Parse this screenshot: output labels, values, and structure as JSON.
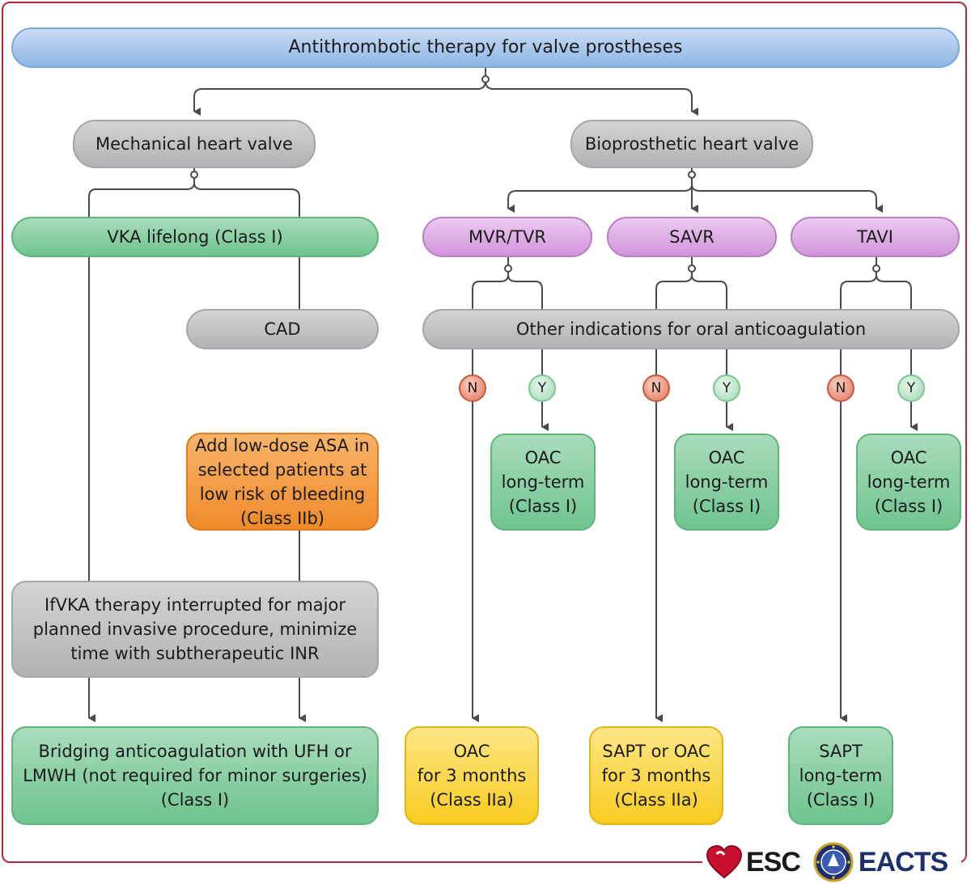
{
  "title": "Antithrombotic therapy for valve prostheses",
  "mechanical": {
    "label": "Mechanical heart valve",
    "vka": "VKA lifelong (Class I)",
    "cad": "CAD",
    "asa": "Add low-dose ASA in\nselected patients at\nlow risk of bleeding\n(Class IIb)",
    "interrupt": "IfVKA therapy interrupted for major\nplanned invasive procedure, minimize\ntime with subtherapeutic INR",
    "bridging": "Bridging anticoagulation with UFH or\nLMWH (not required for minor surgeries)\n(Class I)"
  },
  "bioprosthetic": {
    "label": "Bioprosthetic heart valve",
    "types": [
      "MVR/TVR",
      "SAVR",
      "TAVI"
    ],
    "other_indications": "Other indications for oral anticoagulation",
    "no_label": "N",
    "yes_label": "Y",
    "yes_outcome": "OAC\nlong-term\n(Class I)",
    "no_outcomes": [
      "OAC\nfor 3 months\n(Class IIa)",
      "SAPT or OAC\nfor 3 months\n(Class IIa)",
      "SAPT\nlong-term\n(Class I)"
    ]
  },
  "logos": {
    "esc": "ESC",
    "eacts": "EACTS"
  },
  "colors": {
    "frame": "#b2283a",
    "blue": "#a9c8ee",
    "grey": "#c3c3c6",
    "green": "#8cd0a5",
    "purple": "#dfb0e4",
    "orange": "#f39c45",
    "yellow": "#fbd940",
    "no_badge": "#e07358",
    "yes_badge": "#a3d9b4"
  }
}
